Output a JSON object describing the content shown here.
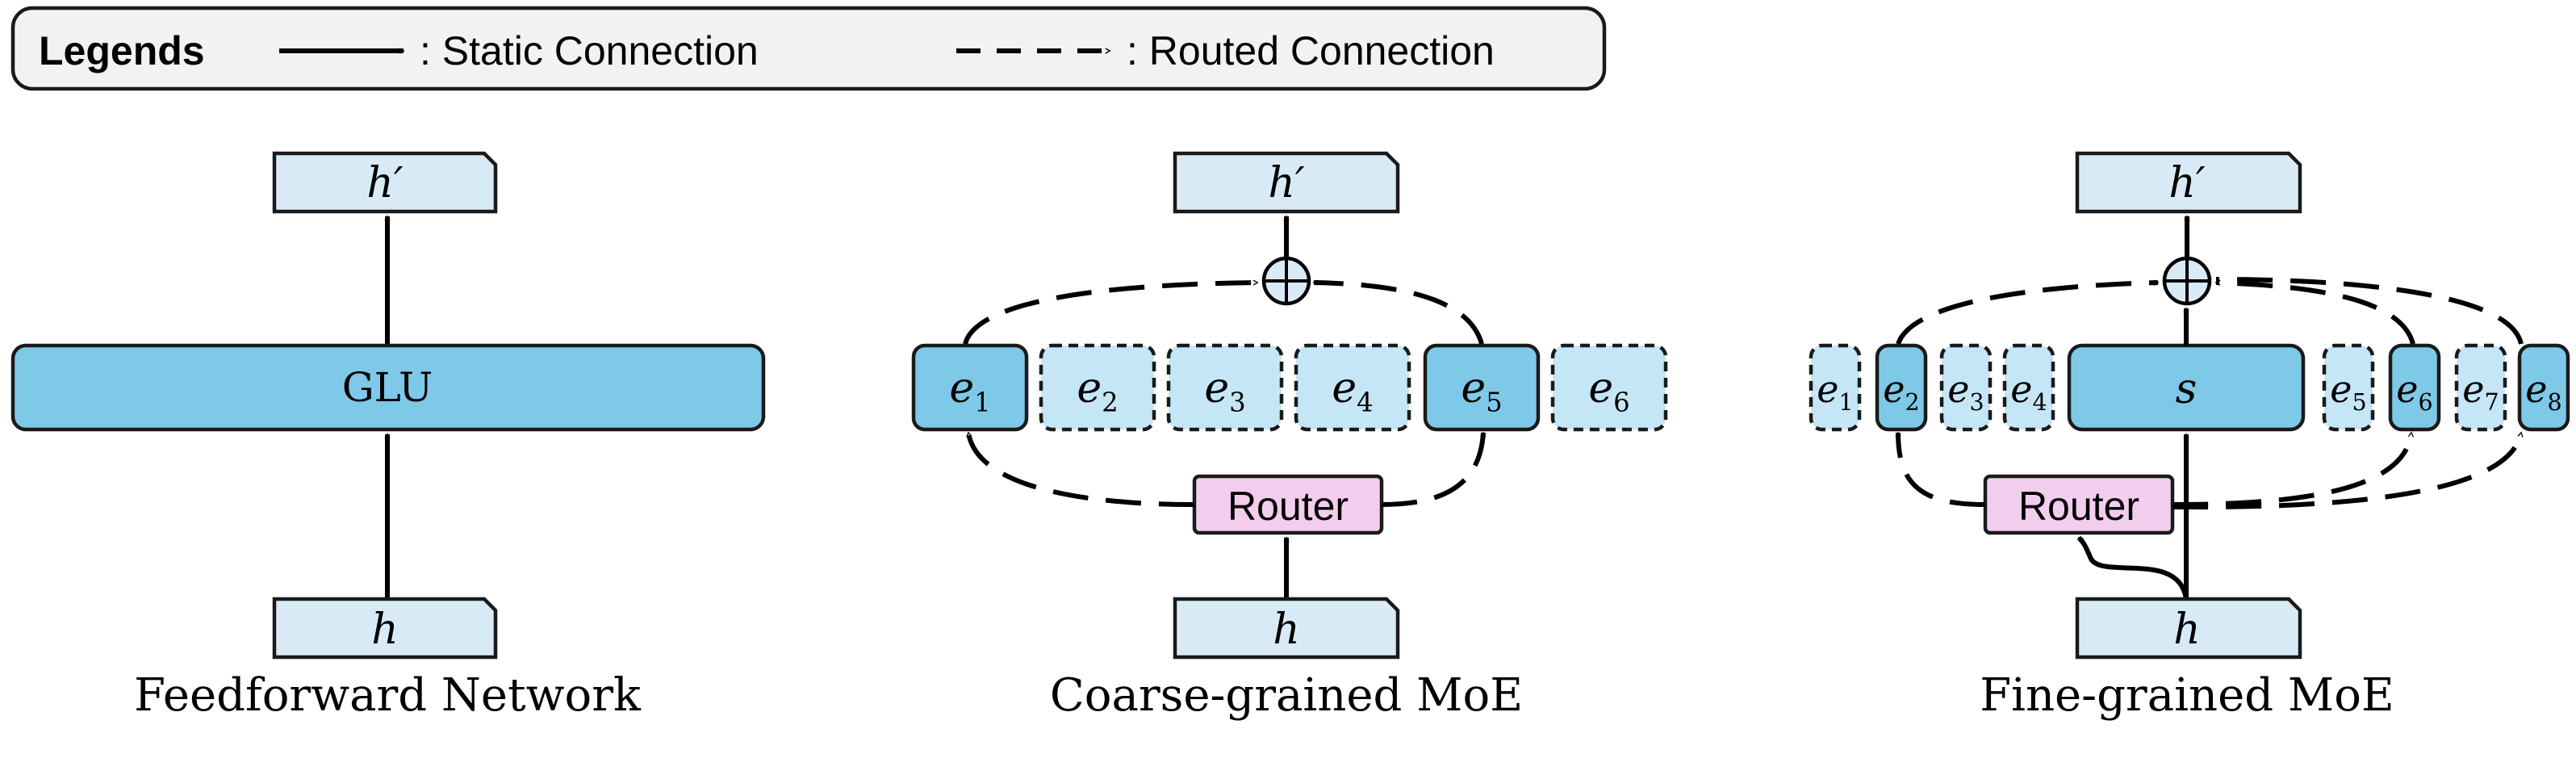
{
  "legend": {
    "title": "Legends",
    "static_label": ": Static Connection",
    "routed_label": ": Routed Connection"
  },
  "colors": {
    "active_expert": "#7ec8e8",
    "inactive_expert": "#c5e6f6",
    "io_box": "#d9eaf7",
    "router": "#f3cdee",
    "legend_bg": "#f2f2f2"
  },
  "panels": {
    "ffn": {
      "caption": "Feedforward Network",
      "output": "h′",
      "glu": "GLU",
      "input": "h"
    },
    "coarse": {
      "caption": "Coarse-grained MoE",
      "output": "h′",
      "router": "Router",
      "input": "h",
      "experts": [
        {
          "base": "e",
          "sub": "1",
          "active": true
        },
        {
          "base": "e",
          "sub": "2",
          "active": false
        },
        {
          "base": "e",
          "sub": "3",
          "active": false
        },
        {
          "base": "e",
          "sub": "4",
          "active": false
        },
        {
          "base": "e",
          "sub": "5",
          "active": true
        },
        {
          "base": "e",
          "sub": "6",
          "active": false
        }
      ]
    },
    "fine": {
      "caption": "Fine-grained MoE",
      "output": "h′",
      "router": "Router",
      "input": "h",
      "shared_expert": "s",
      "experts": [
        {
          "base": "e",
          "sub": "1",
          "active": false
        },
        {
          "base": "e",
          "sub": "2",
          "active": true
        },
        {
          "base": "e",
          "sub": "3",
          "active": false
        },
        {
          "base": "e",
          "sub": "4",
          "active": false
        },
        {
          "base": "e",
          "sub": "5",
          "active": false
        },
        {
          "base": "e",
          "sub": "6",
          "active": true
        },
        {
          "base": "e",
          "sub": "7",
          "active": false
        },
        {
          "base": "e",
          "sub": "8",
          "active": true
        }
      ]
    }
  }
}
